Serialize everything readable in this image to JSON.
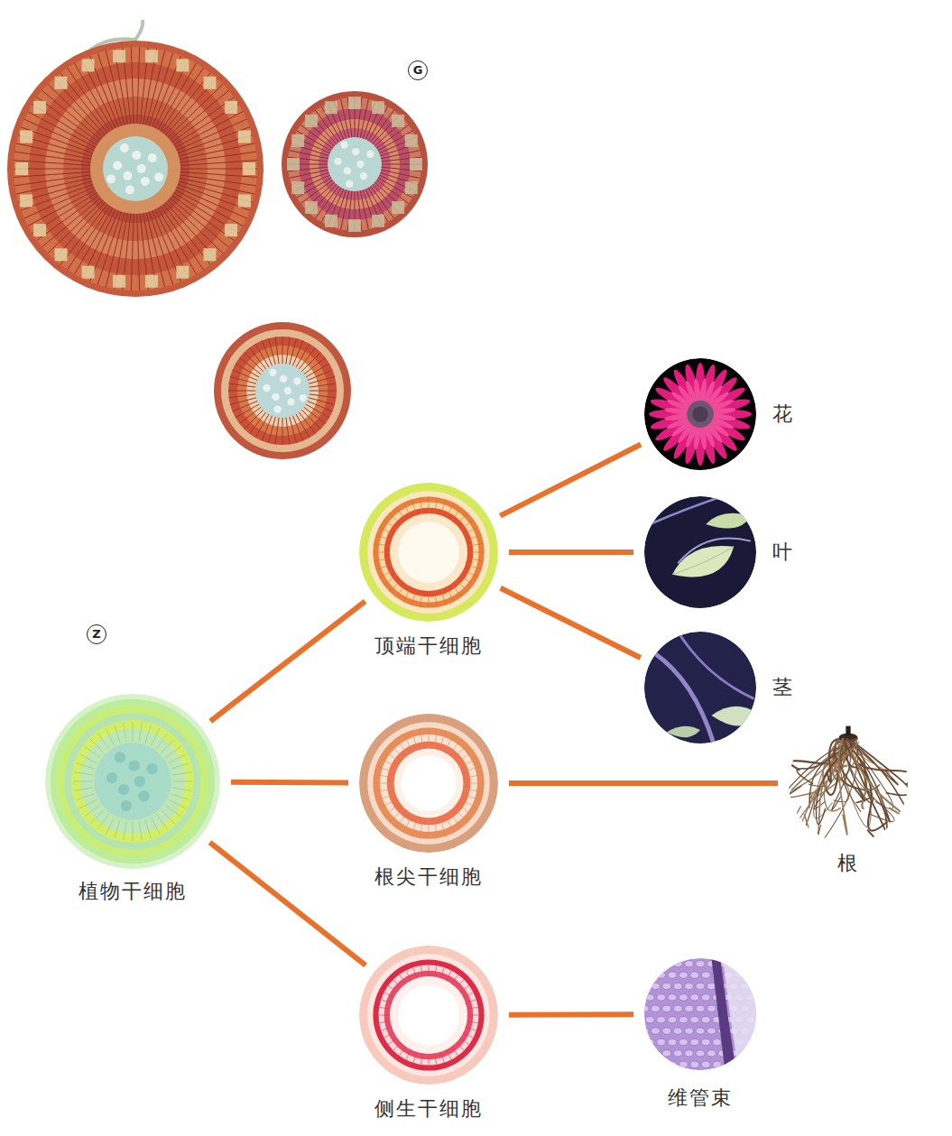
{
  "diagram": {
    "nodes": [
      {
        "text": [
          "植物干细胞"
        ]
      },
      {
        "text": [
          "顶端干细胞"
        ]
      },
      {
        "text": [
          "花"
        ]
      },
      {
        "text": [
          "叶"
        ]
      },
      {
        "text": [
          "茎"
        ]
      },
      {
        "text": [
          "根尖干细胞"
        ]
      },
      {
        "text": [
          "根"
        ]
      },
      {
        "text": [
          "侧生干细胞"
        ]
      },
      {
        "text": [
          "维管束"
        ]
      }
    ],
    "edges": [
      {
        "from": 0,
        "to": 1,
        "arrow": "none"
      },
      {
        "from": 0,
        "to": 5,
        "arrow": "none"
      },
      {
        "from": 0,
        "to": 7,
        "arrow": "none"
      },
      {
        "from": 1,
        "to": 2,
        "arrow": "none"
      },
      {
        "from": 1,
        "to": 3,
        "arrow": "none"
      },
      {
        "from": 1,
        "to": 4,
        "arrow": "none"
      },
      {
        "from": 5,
        "to": 6,
        "arrow": "none"
      },
      {
        "from": 7,
        "to": 8,
        "arrow": "none"
      }
    ],
    "labels": [
      "G",
      "Z"
    ]
  }
}
